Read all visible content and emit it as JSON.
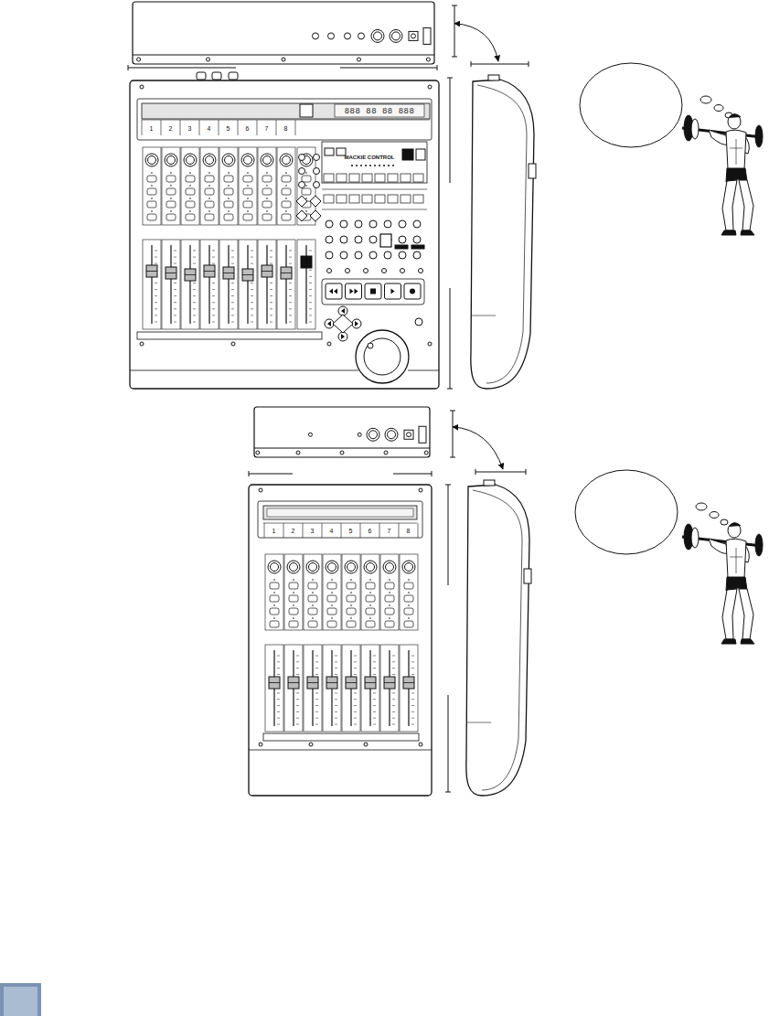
{
  "diagram": {
    "labels": [
      "888 88 88 888",
      "1",
      "2",
      "3",
      "4",
      "5",
      "6",
      "7",
      "8",
      "MACKIE CONTROL",
      "1",
      "2",
      "3",
      "4",
      "5",
      "6",
      "7",
      "8"
    ]
  }
}
